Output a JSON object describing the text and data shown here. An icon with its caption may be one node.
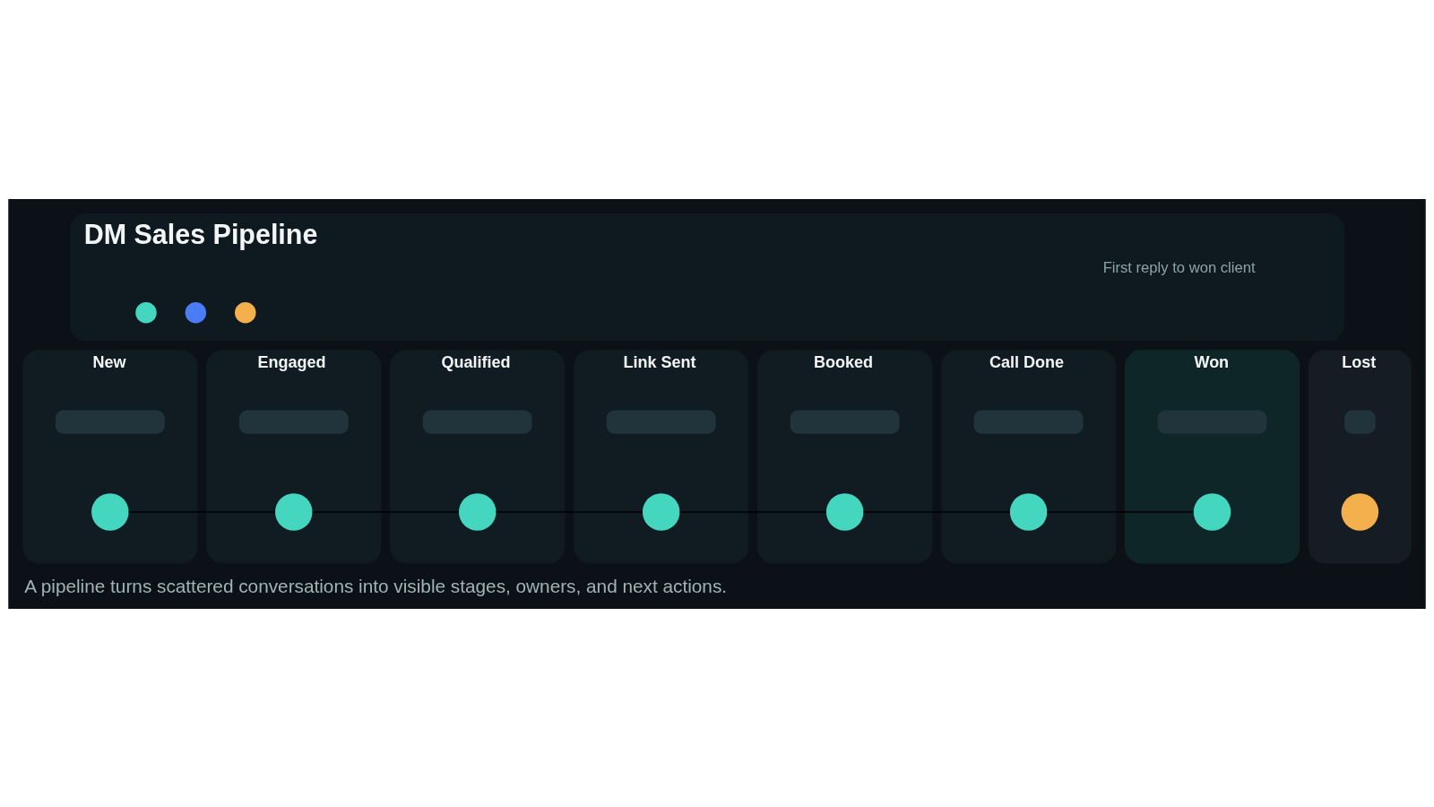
{
  "diagram": {
    "caption": "A pipeline turns scattered conversations into visible stages, owners, and next actions.",
    "nodes": [
      {
        "text": [
          "DM Sales Pipeline",
          "First reply to won client"
        ]
      },
      {
        "text": [],
        "shape": "circle",
        "in": 0
      },
      {
        "text": [],
        "shape": "circle",
        "in": 0
      },
      {
        "text": [],
        "shape": "circle",
        "in": 0
      },
      {
        "text": [
          "New"
        ]
      },
      {
        "text": [],
        "shape": "bar",
        "in": 4
      },
      {
        "text": [],
        "shape": "circle",
        "in": 4
      },
      {
        "text": [
          "Engaged"
        ]
      },
      {
        "text": [],
        "shape": "bar",
        "in": 7
      },
      {
        "text": [],
        "shape": "circle",
        "in": 7
      },
      {
        "text": [
          "Qualified"
        ]
      },
      {
        "text": [],
        "shape": "bar",
        "in": 10
      },
      {
        "text": [],
        "shape": "circle",
        "in": 10
      },
      {
        "text": [
          "Link Sent"
        ]
      },
      {
        "text": [],
        "shape": "bar",
        "in": 13
      },
      {
        "text": [],
        "shape": "circle",
        "in": 13
      },
      {
        "text": [
          "Booked"
        ]
      },
      {
        "text": [],
        "shape": "bar",
        "in": 16
      },
      {
        "text": [],
        "shape": "circle",
        "in": 16
      },
      {
        "text": [
          "Call Done"
        ]
      },
      {
        "text": [],
        "shape": "bar",
        "in": 19
      },
      {
        "text": [],
        "shape": "circle",
        "in": 19
      },
      {
        "text": [
          "Won"
        ]
      },
      {
        "text": [],
        "shape": "bar",
        "in": 22
      },
      {
        "text": [],
        "shape": "circle",
        "in": 22
      },
      {
        "text": [
          "Lost"
        ]
      },
      {
        "text": [],
        "shape": "bar",
        "in": 25
      },
      {
        "text": [],
        "shape": "circle",
        "in": 25
      }
    ],
    "edges": [
      {
        "from": 6,
        "to": 9,
        "arrow": "none"
      },
      {
        "from": 9,
        "to": 12,
        "arrow": "none"
      },
      {
        "from": 12,
        "to": 15,
        "arrow": "none"
      },
      {
        "from": 15,
        "to": 18,
        "arrow": "none"
      },
      {
        "from": 18,
        "to": 21,
        "arrow": "none"
      },
      {
        "from": 21,
        "to": 24,
        "arrow": "none"
      }
    ]
  }
}
